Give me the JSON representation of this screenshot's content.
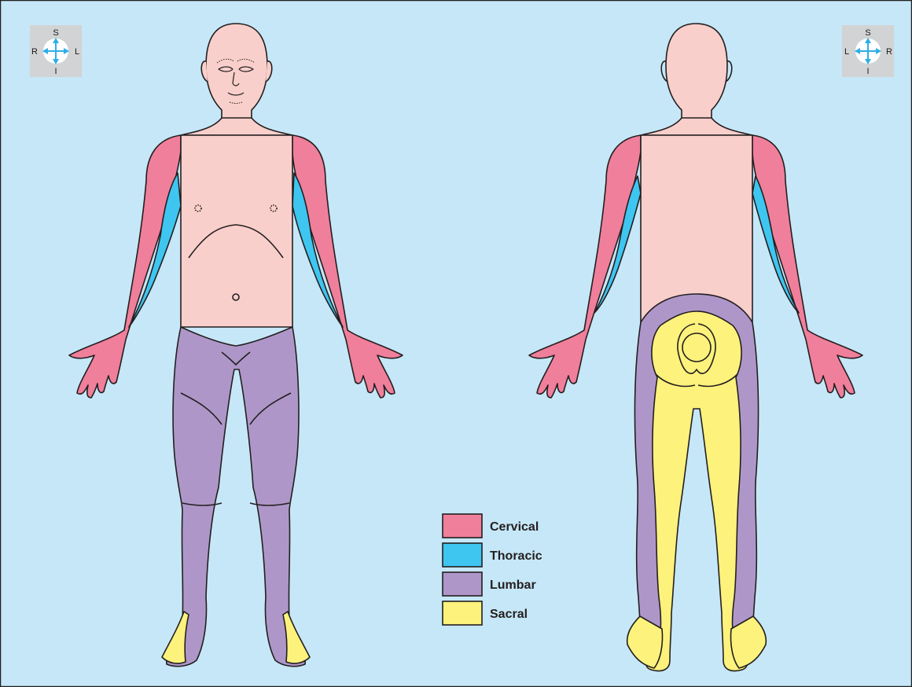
{
  "colors": {
    "background": "#c6e7f7",
    "frame": "#231f20",
    "skin": "#f9cfcb",
    "cervical": "#f07f9b",
    "thoracic": "#3ec6f1",
    "lumbar": "#ae97c8",
    "sacral": "#fdf27c",
    "outline": "#231f20",
    "compass_box": "#d2d3d5",
    "compass_arrow": "#2eaee8"
  },
  "compass_front": {
    "top": "S",
    "bottom": "I",
    "left": "R",
    "right": "L"
  },
  "compass_back": {
    "top": "S",
    "bottom": "I",
    "left": "L",
    "right": "R"
  },
  "legend": [
    {
      "label": "Cervical",
      "color": "#f07f9b"
    },
    {
      "label": "Thoracic",
      "color": "#3ec6f1"
    },
    {
      "label": "Lumbar",
      "color": "#ae97c8"
    },
    {
      "label": "Sacral",
      "color": "#fdf27c"
    }
  ],
  "views": [
    "front",
    "back"
  ],
  "icons": {
    "compass": "directional-compass-icon"
  }
}
